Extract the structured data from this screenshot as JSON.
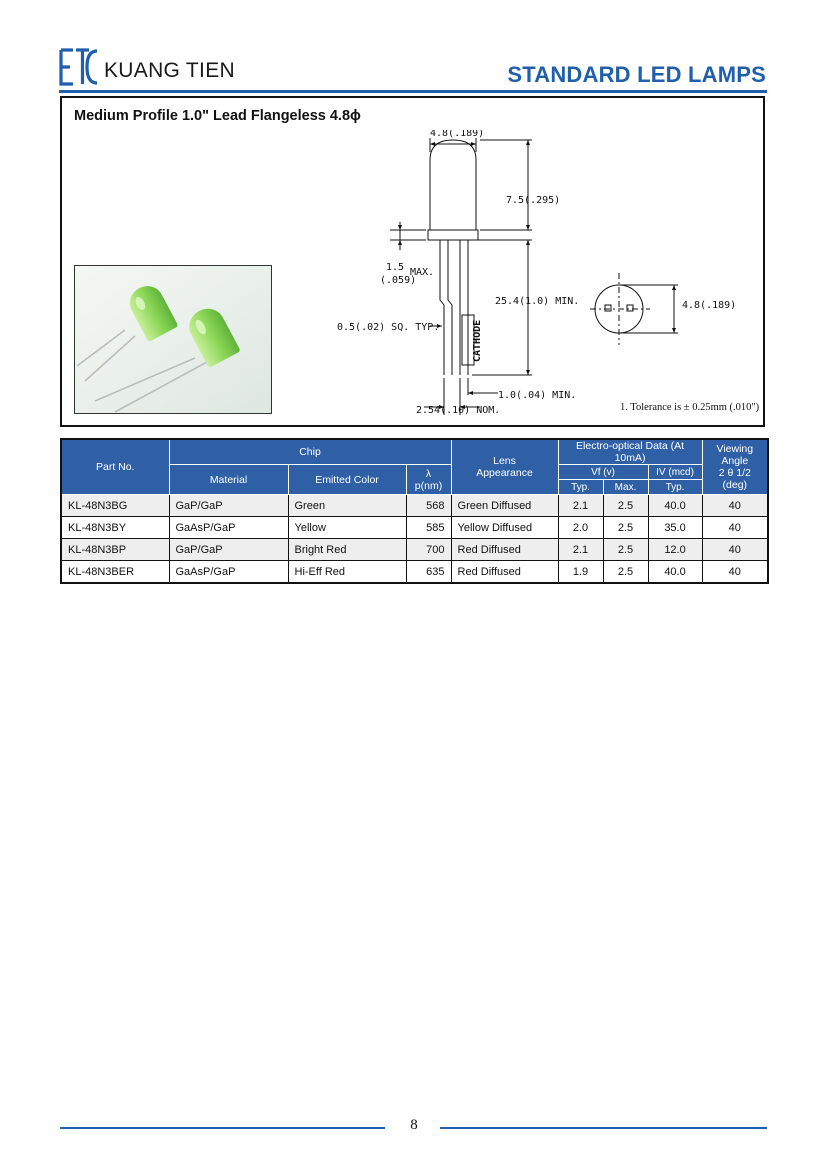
{
  "header": {
    "brand": "KUANG TIEN",
    "title": "STANDARD LED LAMPS",
    "accent_color": "#1f5fab"
  },
  "section": {
    "title": "Medium Profile 1.0\" Lead Flangeless  4.8ϕ"
  },
  "photo": {
    "icon": "green-led-lamps-photo"
  },
  "drawing": {
    "dim_diameter": "4.8(.189)",
    "dim_body_height": "7.5(.295)",
    "dim_flange_top": "1.5",
    "dim_flange_bottom": "(.059)",
    "dim_flange_max": "MAX.",
    "dim_lead_length": "25.4(1.0)  MIN.",
    "dim_lead_square": "0.5(.02) SQ. TYP.",
    "cathode_label": "CATHODE",
    "dim_lead_offset": "1.0(.04)  MIN.",
    "dim_spacing": "2.54(.10)  NOM.",
    "dim_top_view": "4.8(.189)",
    "tolerance_note": "1. Tolerance is ± 0.25mm (.010\")"
  },
  "table": {
    "headers": {
      "part_no": "Part No.",
      "chip": "Chip",
      "material": "Material",
      "emitted_color": "Emitted Color",
      "wavelength": "λ p(nm)",
      "lens": "Lens\nAppearance",
      "electro": "Electro-optical Data (At 10mA)",
      "vf": "Vf  (v)",
      "iv": "IV  (mcd)",
      "vf_typ": "Typ.",
      "vf_max": "Max.",
      "iv_typ": "Typ.",
      "viewing_angle_1": "Viewing Angle",
      "viewing_angle_2": "2 θ  1/2 (deg)"
    },
    "rows": [
      {
        "part": "KL-48N3BG",
        "material": "GaP/GaP",
        "color": "Green",
        "wavelength": "568",
        "lens": "Green Diffused",
        "vf_typ": "2.1",
        "vf_max": "2.5",
        "iv_typ": "40.0",
        "angle": "40"
      },
      {
        "part": "KL-48N3BY",
        "material": "GaAsP/GaP",
        "color": "Yellow",
        "wavelength": "585",
        "lens": "Yellow Diffused",
        "vf_typ": "2.0",
        "vf_max": "2.5",
        "iv_typ": "35.0",
        "angle": "40"
      },
      {
        "part": "KL-48N3BP",
        "material": "GaP/GaP",
        "color": "Bright Red",
        "wavelength": "700",
        "lens": "Red Diffused",
        "vf_typ": "2.1",
        "vf_max": "2.5",
        "iv_typ": "12.0",
        "angle": "40"
      },
      {
        "part": "KL-48N3BER",
        "material": "GaAsP/GaP",
        "color": "Hi-Eff Red",
        "wavelength": "635",
        "lens": "Red Diffused",
        "vf_typ": "1.9",
        "vf_max": "2.5",
        "iv_typ": "40.0",
        "angle": "40"
      }
    ]
  },
  "footer": {
    "page_number": "8"
  }
}
